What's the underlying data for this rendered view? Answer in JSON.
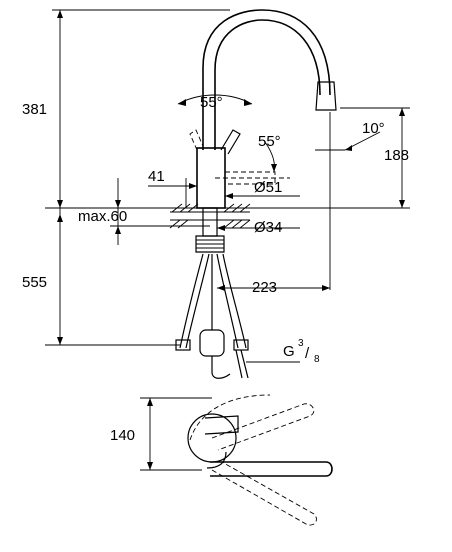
{
  "diagram": {
    "dimensions": {
      "total_height_above": "381",
      "spout_height": "188",
      "max_counter": "max.60",
      "below_counter": "555",
      "body_offset": "41",
      "body_diameter": "Ø51",
      "hole_diameter": "Ø34",
      "spout_reach": "223",
      "swing_depth": "140"
    },
    "angles": {
      "lever_range": "55°",
      "lever_tilt": "55°",
      "spout_angle": "10°"
    },
    "thread": {
      "prefix": "G",
      "numerator": "3",
      "separator": "/",
      "denominator": "8"
    }
  }
}
